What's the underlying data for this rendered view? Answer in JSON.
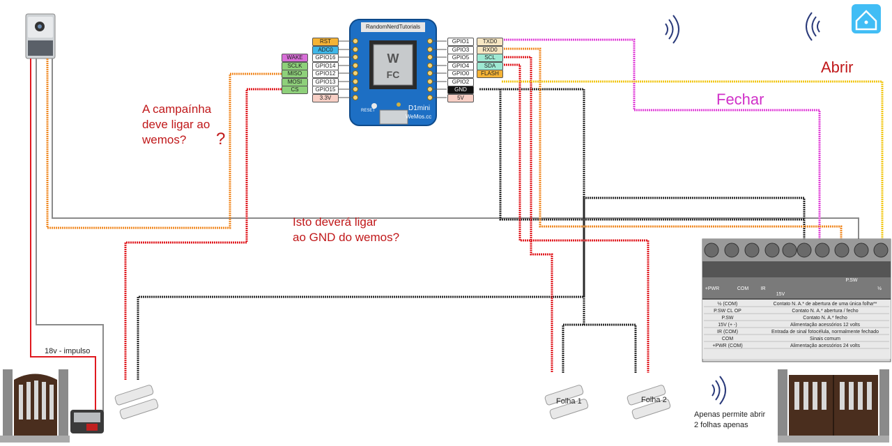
{
  "board": {
    "brand": "RandomNerdTutorials",
    "model": "D1mini",
    "site": "WeMos.cc",
    "reset": "RESET"
  },
  "left_pins": [
    {
      "func": "RST",
      "color": "#f5b335",
      "gpio": ""
    },
    {
      "func": "ADC0",
      "color": "#3fb7e8",
      "gpio": ""
    },
    {
      "func": "WAKE",
      "color": "#d86ed8",
      "gpio": "GPIO16"
    },
    {
      "func": "SCLK",
      "color": "#8ed07a",
      "gpio": "GPIO14"
    },
    {
      "func": "MISO",
      "color": "#8ed07a",
      "gpio": "GPIO12"
    },
    {
      "func": "MOSI",
      "color": "#8ed07a",
      "gpio": "GPIO13"
    },
    {
      "func": "CS",
      "color": "#8ed07a",
      "gpio": "GPIO15"
    },
    {
      "func": "",
      "color": "#ffffff",
      "gpio": "3.3V"
    }
  ],
  "right_pins": [
    {
      "gpio": "GPIO1",
      "func": "TXD0",
      "color": "#f7e7c3"
    },
    {
      "gpio": "GPIO3",
      "func": "RXD0",
      "color": "#f7e7c3"
    },
    {
      "gpio": "GPIO5",
      "func": "SCL",
      "color": "#9ee9d3"
    },
    {
      "gpio": "GPIO4",
      "func": "SDA",
      "color": "#9ee9d3"
    },
    {
      "gpio": "GPIO0",
      "func": "FLASH",
      "color": "#f5b335"
    },
    {
      "gpio": "GPIO2",
      "func": "",
      "color": "#ffffff"
    },
    {
      "gpio": "",
      "func": "GND",
      "color": "#111111"
    },
    {
      "gpio": "",
      "func": "5V",
      "color": "#f7cfc5"
    }
  ],
  "labels": {
    "abrir": "Abrir",
    "fechar": "Fechar",
    "campainha_q": "A campaínha\ndeve ligar ao\nwemos?",
    "question_mark": "?",
    "gnd_q": "Isto deverá ligar\nao GND do wemos?",
    "impulso": "18v - impulso",
    "folha1": "Folha 1",
    "folha2": "Folha 2",
    "apenas": "Apenas permite abrir\n2 folhas apenas"
  },
  "terminal_strip": {
    "headers": [
      "+PWR",
      "COM",
      "IR",
      "15V",
      "",
      "",
      "P.SW",
      "",
      "½"
    ],
    "table": [
      [
        "½ (COM)",
        "Contato N. A.* de abertura de uma única folha**"
      ],
      [
        "P.SW CL OP",
        "Contato N. A.* abertura / fecho"
      ],
      [
        "P.SW",
        "Contato N. A.* fecho"
      ],
      [
        "15V (+ -)",
        "Alimentação acessórios  12 volts"
      ],
      [
        "IR  (COM)",
        "Entrada de sinal fotocélula, normalmente fechado"
      ],
      [
        "COM",
        "Sinais comum"
      ],
      [
        "+PWR (COM)",
        "Alimentação acessórios 24 volts"
      ]
    ]
  },
  "colors": {
    "wire_red": "#e0191f",
    "wire_orange": "#f08a24",
    "wire_magenta": "#e040d8",
    "wire_yellow": "#f2c716",
    "wire_gray": "#8a8a8a",
    "wire_black": "#2a2a2a",
    "text_red": "#c0181a",
    "board_blue": "#1d6fc4"
  }
}
